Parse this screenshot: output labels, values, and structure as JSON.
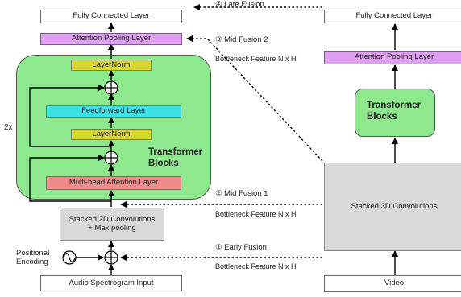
{
  "audio_stream": {
    "fully_connected": "Fully Connected Layer",
    "attention_pooling": "Attention Pooling Layer",
    "layernorm_top": "LayerNorm",
    "feedforward": "Feedforward Layer",
    "layernorm_bottom": "LayerNorm",
    "multihead": "Multi-head Attention Layer",
    "transformer_blocks": "Transformer Blocks",
    "repeat": "2x",
    "conv2d": "Stacked 2D Convolutions + Max pooling",
    "positional_encoding": "Positional Encoding",
    "input": "Audio Spectrogram Input"
  },
  "video_stream": {
    "fully_connected": "Fully Connected Layer",
    "attention_pooling": "Attention Pooling Layer",
    "transformer_blocks": "Transformer Blocks",
    "conv3d": "Stacked 3D Convolutions",
    "input": "Video"
  },
  "fusion": {
    "late": "④ Late Fusion",
    "mid2": "③ Mid Fusion 2",
    "mid1": "② Mid Fusion 1",
    "early": "① Early Fusion",
    "bottleneck_mid2": "Bottleneck Feature N x H",
    "bottleneck_mid1": "Bottleneck Feature N x H",
    "bottleneck_early": "Bottleneck Feature N x H"
  },
  "colors": {
    "transformer_green": "#8ee88e",
    "attention_violet": "#dda0f0",
    "layernorm_yellow": "#d6d62c",
    "feedforward_cyan": "#3ee0e6",
    "multihead_red": "#ee8a8a",
    "conv_grey": "#d9d9d9"
  }
}
